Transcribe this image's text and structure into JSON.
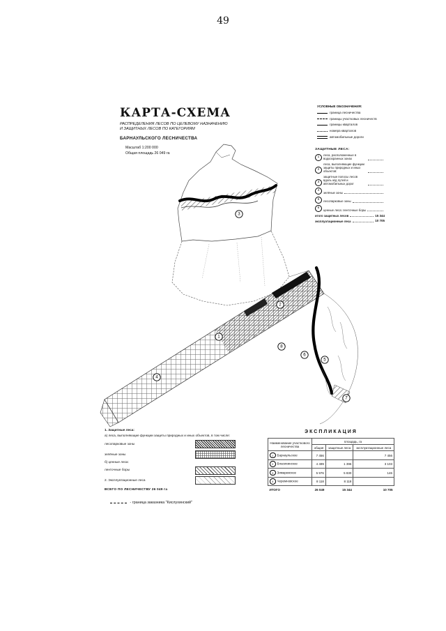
{
  "page": {
    "number": "49"
  },
  "header": {
    "title": "КАРТА-СХЕМА",
    "subtitle1": "РАСПРЕДЕЛЕНИЯ ЛЕСОВ ПО ЦЕЛЕВОМУ НАЗНАЧЕНИЮ",
    "subtitle2": "И ЗАЩИТНЫХ ЛЕСОВ ПО КАТЕГОРИЯМ",
    "forestry": "БАРНАУЛЬСКОГО ЛЕСНИЧЕСТВА",
    "scale": "Масштаб 1:200 000",
    "total_area": "Общая площадь 26 049 га"
  },
  "symbols_legend": {
    "title": "УСЛОВНЫЕ ОБОЗНАЧЕНИЯ:",
    "items": [
      {
        "label": "граница лесничества"
      },
      {
        "label": "границы участковых лесничеств"
      },
      {
        "label": "границы кварталов"
      },
      {
        "label": "номера кварталов"
      },
      {
        "label": "автомобильные дороги"
      }
    ]
  },
  "categories_legend": {
    "title": "ЗАЩИТНЫЕ ЛЕСА:",
    "items": [
      {
        "num": "1",
        "label": "леса, расположенные в водоохранных зонах",
        "value": ""
      },
      {
        "num": "2",
        "label": "леса, выполняющие функции защиты природных и иных объектов:",
        "value": ""
      },
      {
        "num": "3",
        "label": "защитные полосы лесов вдоль ж/д путей и автомобильных дорог",
        "value": ""
      },
      {
        "num": "4",
        "label": "зелёные зоны",
        "value": ""
      },
      {
        "num": "5",
        "label": "лесопарковые зоны",
        "value": ""
      },
      {
        "num": "6",
        "label": "ценные леса: ленточные боры",
        "value": ""
      }
    ],
    "total_protective": {
      "label": "итого защитных лесов",
      "value": "15 344"
    },
    "operational": {
      "label": "эксплуатационные леса",
      "value": "10 705"
    }
  },
  "map": {
    "markers": [
      {
        "n": "3"
      },
      {
        "n": "2"
      },
      {
        "n": "1"
      },
      {
        "n": "4"
      },
      {
        "n": "8"
      },
      {
        "n": "6"
      },
      {
        "n": "5"
      },
      {
        "n": "7"
      }
    ],
    "note_label": "граница заказника \"Кислухинский\""
  },
  "area_legend": {
    "line1": "1. Защитные леса:",
    "line2": "а) леса, выполняющие функции защиты природных и иных объектов, в том числе:",
    "swatches": [
      {
        "label": "лесопарковые зоны"
      },
      {
        "label": "зелёные зоны"
      }
    ],
    "line3": "б) ценные леса:",
    "swatch3": {
      "label": "ленточные боры"
    },
    "line4": "2. Эксплуатационные леса",
    "total": "ВСЕГО ПО ЛЕСНИЧЕСТВУ 26 049 га"
  },
  "explication": {
    "title": "ЭКСПЛИКАЦИЯ",
    "headers": {
      "name": "Наименование участкового лесничества",
      "group": "площадь, га",
      "total": "общая",
      "protective": "защитные леса",
      "operational": "эксплуатационные леса"
    },
    "rows": [
      {
        "num": "1",
        "name": "Барнаульское",
        "total": "7 456",
        "protective": "",
        "operational": "7 456"
      },
      {
        "num": "2",
        "name": "Власихинское",
        "total": "4 499",
        "protective": "1 396",
        "operational": "3 103"
      },
      {
        "num": "3",
        "name": "Зимаревское",
        "total": "5 976",
        "protective": "5 830",
        "operational": "146"
      },
      {
        "num": "4",
        "name": "Черемновское",
        "total": "8 118",
        "protective": "8 118",
        "operational": ""
      }
    ],
    "total": {
      "label": "ИТОГО",
      "total": "26 049",
      "protective": "15 344",
      "operational": "10 705"
    }
  }
}
